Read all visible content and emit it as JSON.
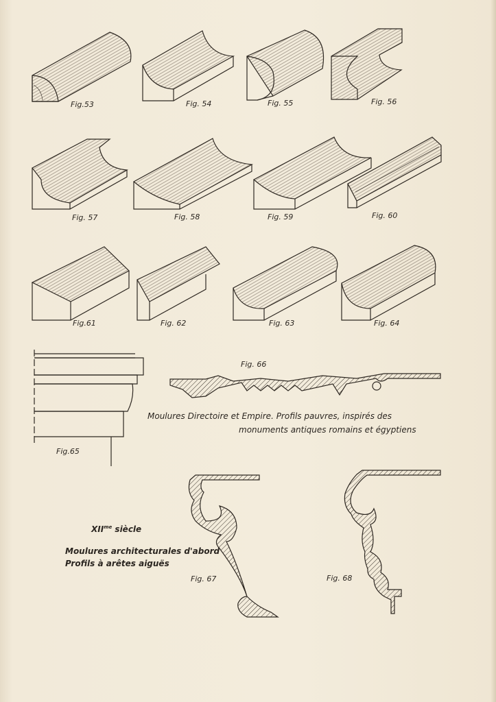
{
  "figures": {
    "f53": "Fig.53",
    "f54": "Fig. 54",
    "f55": "Fig. 55",
    "f56": "Fig. 56",
    "f57": "Fig. 57",
    "f58": "Fig. 58",
    "f59": "Fig. 59",
    "f60": "Fig. 60",
    "f61": "Fig.61",
    "f62": "Fig. 62",
    "f63": "Fig. 63",
    "f64": "Fig. 64",
    "f65": "Fig.65",
    "f66": "Fig. 66",
    "f67": "Fig. 67",
    "f68": "Fig. 68"
  },
  "captions": {
    "directoire_line1": "Moulures Directoire et Empire.   Profils pauvres, inspirés des",
    "directoire_line2": "monuments antiques romains et égyptiens",
    "century_numeral": "XII",
    "century_sup": "me",
    "century_word": "siècle",
    "architectural_line1": "Moulures architecturales d'abord",
    "architectural_line2": "Profils à arêtes aiguës"
  }
}
